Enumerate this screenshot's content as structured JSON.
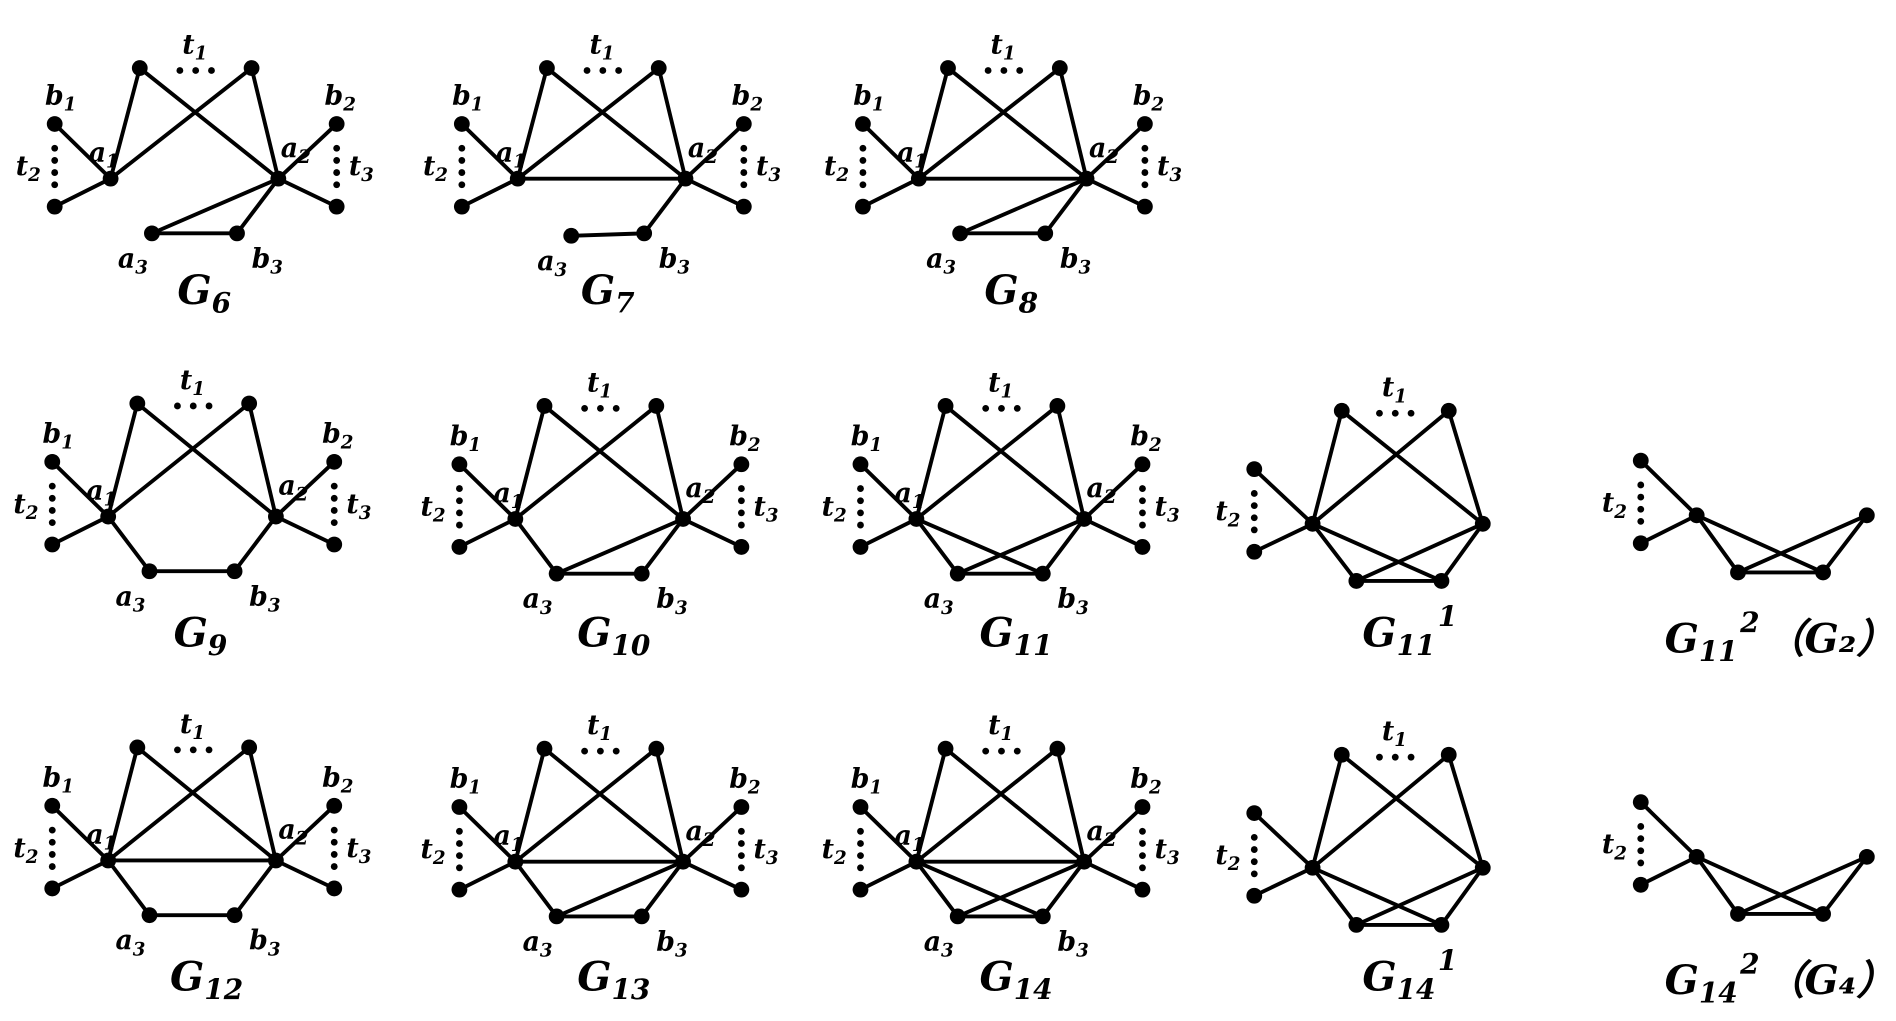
{
  "figure": {
    "description_visible": false,
    "graphs": [
      {
        "id": "g6",
        "caption": "G",
        "caption_sub": "6",
        "caption_sup": "",
        "caption_suffix": ""
      },
      {
        "id": "g7",
        "caption": "G",
        "caption_sub": "7",
        "caption_sup": "",
        "caption_suffix": ""
      },
      {
        "id": "g8",
        "caption": "G",
        "caption_sub": "8",
        "caption_sup": "",
        "caption_suffix": ""
      },
      {
        "id": "g9",
        "caption": "G",
        "caption_sub": "9",
        "caption_sup": "",
        "caption_suffix": ""
      },
      {
        "id": "g10",
        "caption": "G",
        "caption_sub": "10",
        "caption_sup": "",
        "caption_suffix": ""
      },
      {
        "id": "g11",
        "caption": "G",
        "caption_sub": "11",
        "caption_sup": "",
        "caption_suffix": ""
      },
      {
        "id": "g11a",
        "caption": "G",
        "caption_sub": "11",
        "caption_sup": "1",
        "caption_suffix": ""
      },
      {
        "id": "g11b",
        "caption": "G",
        "caption_sub": "11",
        "caption_sup": "2",
        "caption_suffix": "（G₂）"
      },
      {
        "id": "g12",
        "caption": "G",
        "caption_sub": "12",
        "caption_sup": "",
        "caption_suffix": ""
      },
      {
        "id": "g13",
        "caption": "G",
        "caption_sub": "13",
        "caption_sup": "",
        "caption_suffix": ""
      },
      {
        "id": "g14",
        "caption": "G",
        "caption_sub": "14",
        "caption_sup": "",
        "caption_suffix": ""
      },
      {
        "id": "g14a",
        "caption": "G",
        "caption_sub": "14",
        "caption_sup": "1",
        "caption_suffix": ""
      },
      {
        "id": "g14b",
        "caption": "G",
        "caption_sub": "14",
        "caption_sup": "2",
        "caption_suffix": "（G₄）"
      }
    ],
    "vertex_labels": {
      "b1": {
        "main": "b",
        "sub": "1"
      },
      "b2": {
        "main": "b",
        "sub": "2"
      },
      "a1": {
        "main": "a",
        "sub": "1"
      },
      "a2": {
        "main": "a",
        "sub": "2"
      },
      "a3": {
        "main": "a",
        "sub": "3"
      },
      "b3": {
        "main": "b",
        "sub": "3"
      },
      "t1": {
        "main": "t",
        "sub": "1"
      },
      "t2": {
        "main": "t",
        "sub": "2"
      },
      "t3": {
        "main": "t",
        "sub": "3"
      }
    }
  }
}
